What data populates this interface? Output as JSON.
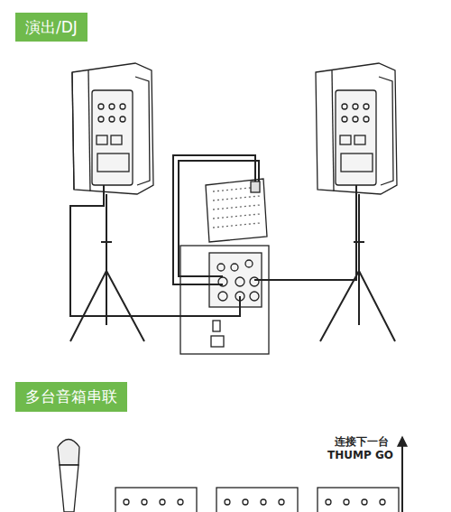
{
  "diagram": {
    "nodes": [
      {
        "text": [
          "演出/DJ"
        ]
      },
      {
        "text": [
          "多台音箱串联"
        ]
      }
    ],
    "labels": [
      "连接下一台",
      "THUMP GO"
    ]
  }
}
